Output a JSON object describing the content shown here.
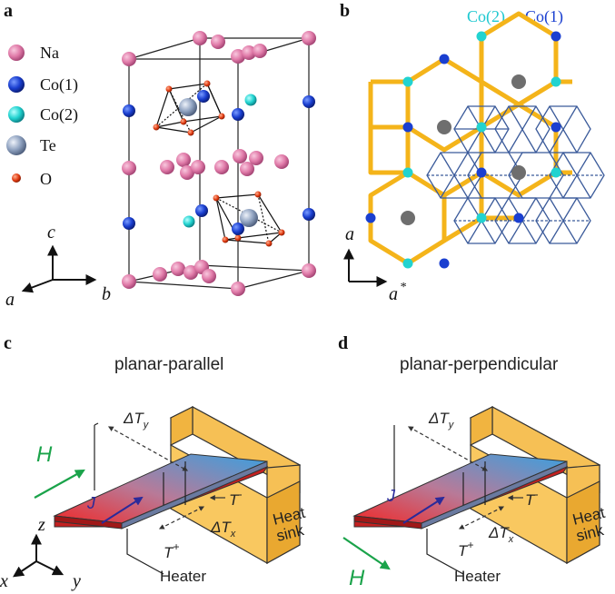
{
  "panel_a": {
    "letter": "a",
    "legend": {
      "na": "Na",
      "co1": "Co(1)",
      "co2": "Co(2)",
      "te": "Te",
      "o": "O"
    },
    "axes": {
      "c": "c",
      "a": "a",
      "b": "b"
    }
  },
  "panel_b": {
    "letter": "b",
    "label_co2": "Co(2)",
    "label_co1": "Co(1)",
    "axes": {
      "a": "a",
      "a_star": "a",
      "star": "*"
    }
  },
  "panel_c": {
    "letter": "c",
    "title": "planar-parallel",
    "field": "H",
    "current": "J",
    "dTy_base": "ΔT",
    "dTy_sub": "y",
    "dTx_base": "ΔT",
    "dTx_sub": "x",
    "t_minus_base": "T",
    "t_minus_sup": "-",
    "t_plus_base": "T",
    "t_plus_sup": "+",
    "heat_sink_line1": "Heat",
    "heat_sink_line2": "sink",
    "heater": "Heater",
    "axes": {
      "z": "z",
      "x": "x",
      "y": "y"
    }
  },
  "panel_d": {
    "letter": "d",
    "title": "planar-perpendicular",
    "field": "H",
    "current": "J",
    "dTy_base": "ΔT",
    "dTy_sub": "y",
    "dTx_base": "ΔT",
    "dTx_sub": "x",
    "t_minus_base": "T",
    "t_minus_sup": "-",
    "t_plus_base": "T",
    "t_plus_sup": "+",
    "heat_sink_line1": "Heat",
    "heat_sink_line2": "sink",
    "heater": "Heater"
  },
  "colors": {
    "na": "#e07aa8",
    "co1": "#1a3fd0",
    "co2": "#22d3d0",
    "te": "#8fa2c0",
    "o": "#e03a10",
    "honeycomb": "#f4b41a",
    "octahedra": "#3a5a9a",
    "center_dot": "#6e6e6e",
    "heat_sink": "#f6c055",
    "hot": "#e83030",
    "cold": "#3aa0e0",
    "field": "#1aa34a",
    "current": "#2a2a9a"
  }
}
